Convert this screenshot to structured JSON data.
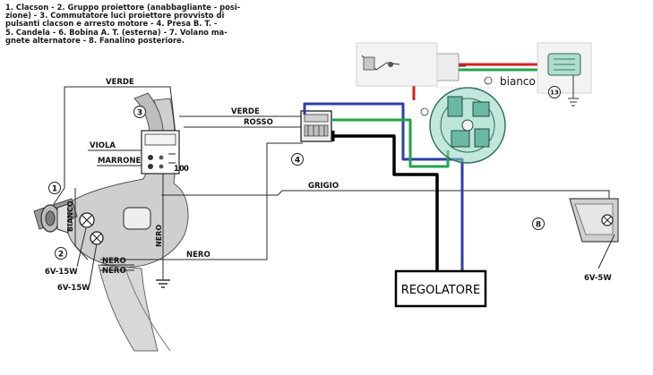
{
  "legend": {
    "lines": [
      "1. Clacson - 2. Gruppo proiettore (anabbagliante - posi-",
      "zione) - 3. Commutatore luci proiettore provvisto di",
      "pulsanti clacson e arresto motore - 4. Presa B. T. -",
      "5. Candela - 6. Bobina A. T. (esterna) - 7. Volano ma-",
      "gnete alternatore - 8. Fanalino posteriore."
    ]
  },
  "wire_labels": {
    "verde_top": "VERDE",
    "verde_mid": "VERDE",
    "rosso": "ROSSO",
    "viola": "VIOLA",
    "marrone": "MARRONE",
    "bianco_vertical": "BIANCO",
    "nero_vertical": "NERO",
    "nero_horizontal": "NERO",
    "nero_lower_1": "NERO",
    "nero_lower_2": "NERO",
    "grigio": "GRIGIO",
    "bianco_added": "bianco"
  },
  "component_numbers": {
    "n1": "1",
    "n2": "2",
    "n3": "3",
    "n4": "4",
    "n8": "8",
    "n13": "13"
  },
  "bulb_ratings": {
    "front_a": "6V-15W",
    "front_b": "6V-15W",
    "rear": "6V-5W"
  },
  "switch_marks": {
    "lo_label": "10",
    "zero_label": "0"
  },
  "regulator": {
    "label": "REGOLATORE"
  },
  "wire_colors": {
    "black": "#000000",
    "blue": "#2c3fa6",
    "green": "#22a34a",
    "red": "#d42020",
    "line": "#2a2a2a",
    "magneto_tint": "#8fd4c0"
  }
}
